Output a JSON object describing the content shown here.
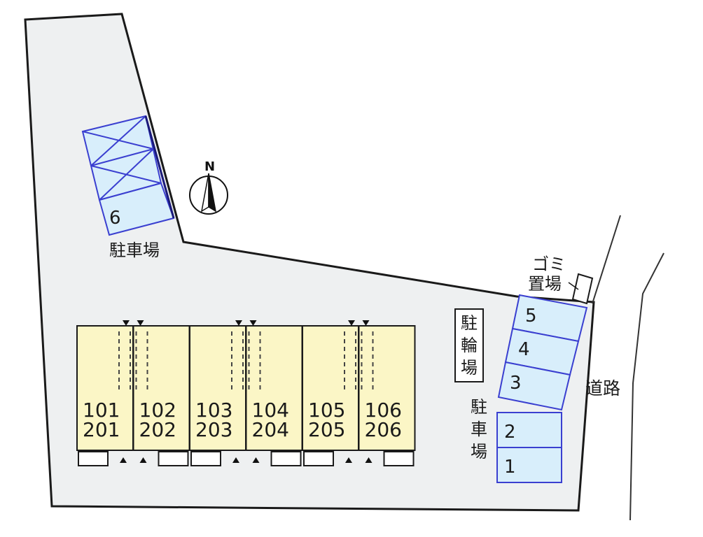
{
  "compass": {
    "label": "N"
  },
  "parking_west": {
    "label": "駐車場",
    "space": "6"
  },
  "parking_east": {
    "label": [
      "駐",
      "車",
      "場"
    ],
    "spaces": [
      "5",
      "4",
      "3",
      "2",
      "1"
    ]
  },
  "bicycle_parking": {
    "label": [
      "駐",
      "輪",
      "場"
    ]
  },
  "garbage": {
    "label": [
      "ゴミ",
      "置場"
    ]
  },
  "road": {
    "label": "道路"
  },
  "units": [
    {
      "lower": "101",
      "upper": "201"
    },
    {
      "lower": "102",
      "upper": "202"
    },
    {
      "lower": "103",
      "upper": "203"
    },
    {
      "lower": "104",
      "upper": "204"
    },
    {
      "lower": "105",
      "upper": "205"
    },
    {
      "lower": "106",
      "upper": "206"
    }
  ],
  "colors": {
    "ground": "#eef0f1",
    "building": "#fbf6c6",
    "parking_fill": "#d8eefb",
    "parking_stroke": "#3a3fd0"
  }
}
